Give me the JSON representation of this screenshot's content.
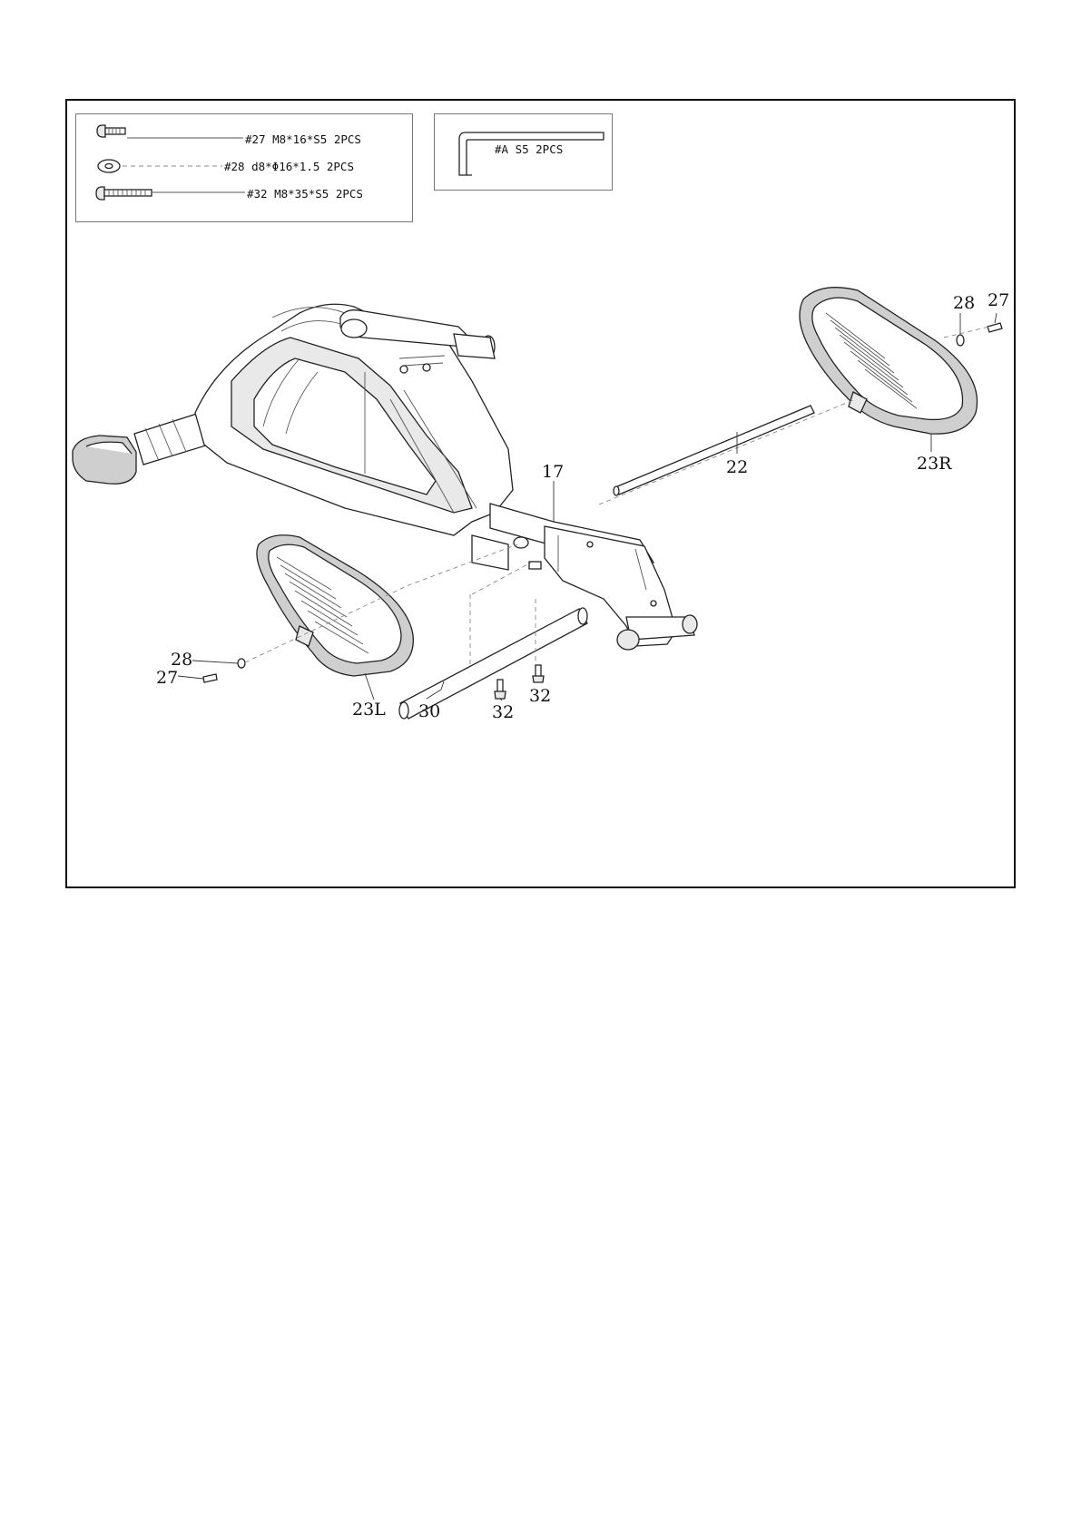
{
  "hardware_box": {
    "items": [
      {
        "label": "#27 M8*16*S5 2PCS",
        "icon": "short-bolt-icon"
      },
      {
        "label": "#28 d8*Φ16*1.5 2PCS",
        "icon": "washer-icon"
      },
      {
        "label": "#32 M8*35*S5 2PCS",
        "icon": "long-bolt-icon"
      }
    ]
  },
  "tool_box": {
    "label": "#A S5 2PCS",
    "icon": "allen-key-icon"
  },
  "callouts": {
    "p17": "17",
    "p22": "22",
    "p23r": "23R",
    "p23l": "23L",
    "p28_right": "28",
    "p27_right": "27",
    "p28_left": "28",
    "p27_left": "27",
    "p30": "30",
    "p32_a": "32",
    "p32_b": "32"
  }
}
